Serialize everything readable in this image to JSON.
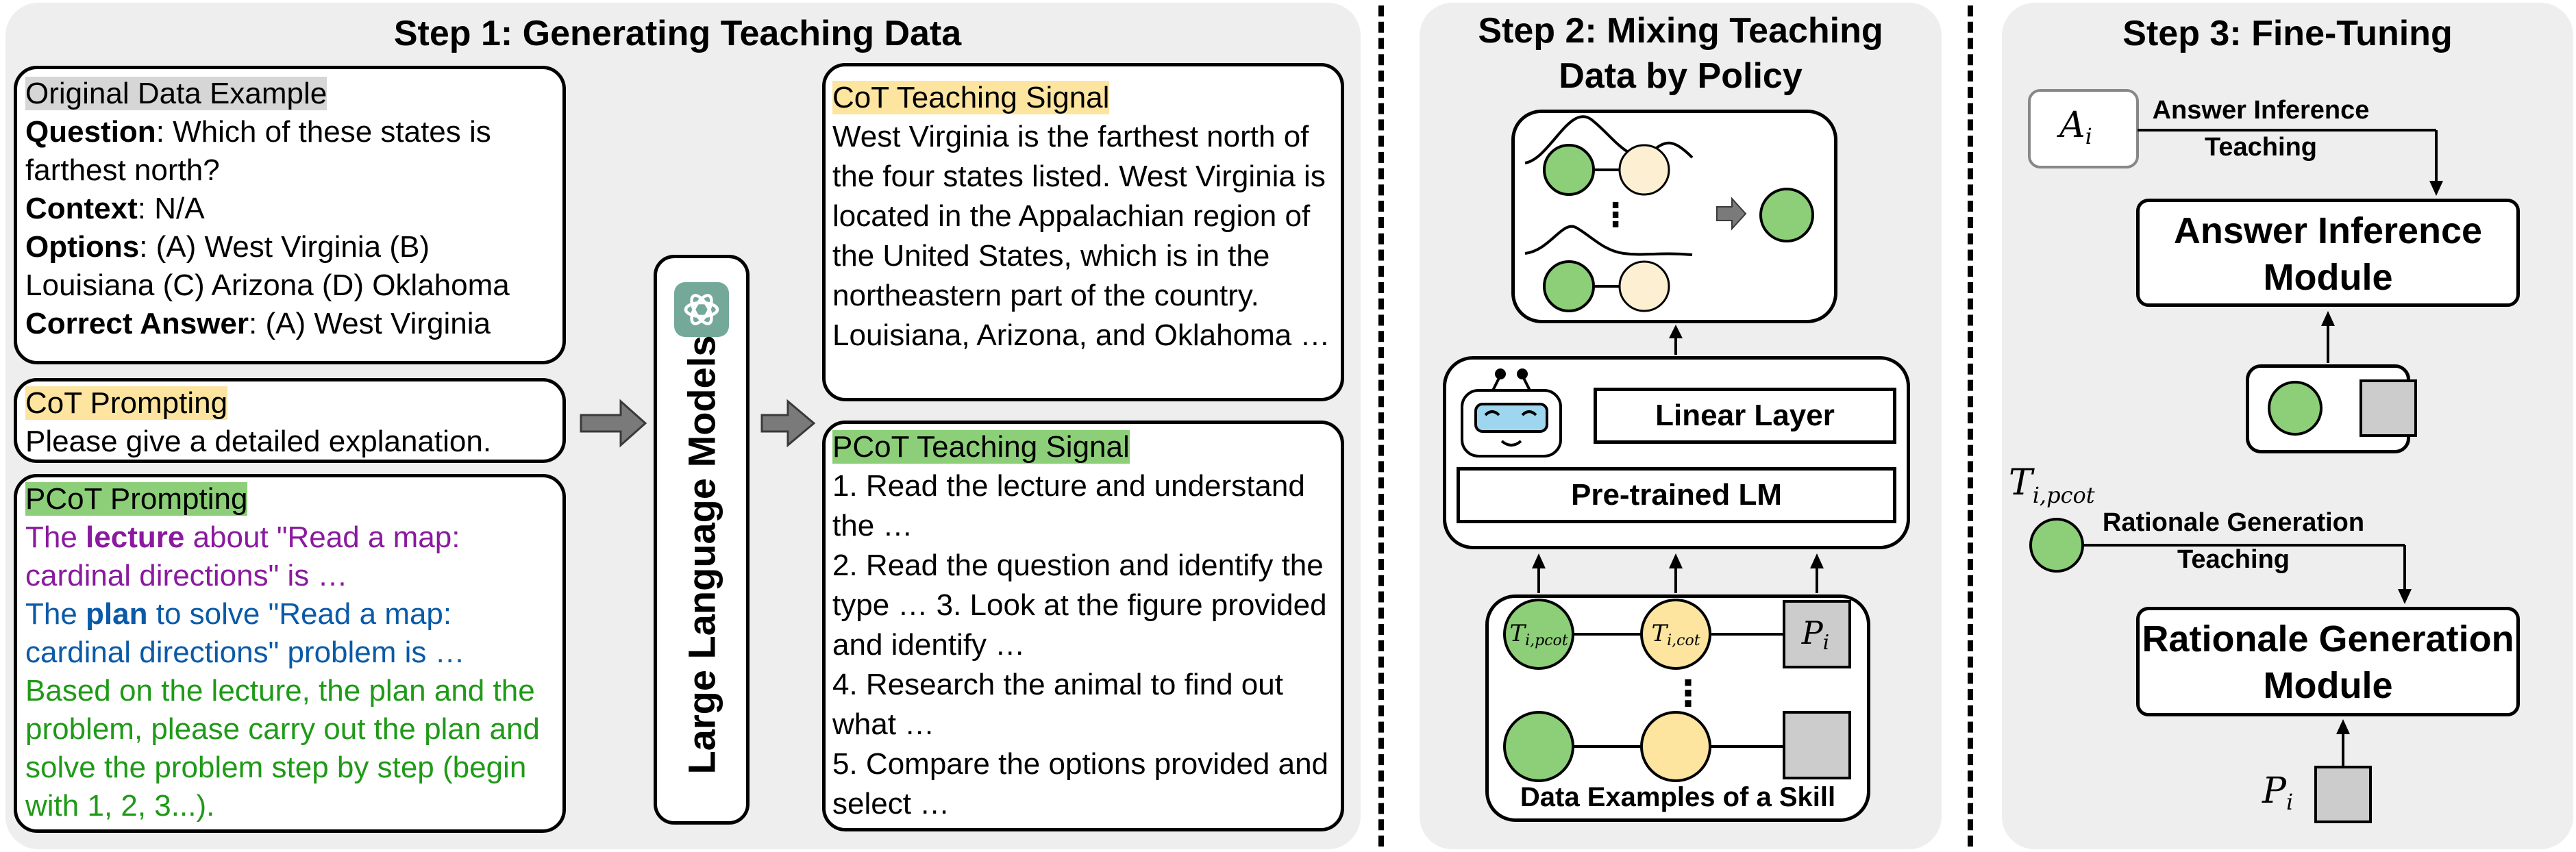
{
  "step1": {
    "title": "Step 1: Generating Teaching Data",
    "original": {
      "header": "Original Data Example",
      "question_label": "Question",
      "question": ": Which of these states is farthest north?",
      "context_label": "Context",
      "context": ": N/A",
      "options_label": "Options",
      "options": ": (A) West Virginia (B) Louisiana (C) Arizona (D) Oklahoma",
      "answer_label": "Correct Answer",
      "answer": ": (A) West Virginia"
    },
    "cot_prompting": {
      "header": "CoT Prompting",
      "text": "Please give a detailed explanation."
    },
    "pcot_prompting": {
      "header": "PCoT Prompting",
      "lecture_pre": "The ",
      "lecture_bold": "lecture",
      "lecture_post": " about \"Read a map: cardinal directions\" is …",
      "plan_pre": "The ",
      "plan_bold": "plan",
      "plan_post": " to solve \"Read a map: cardinal directions\" problem is …",
      "instruction": "Based on the lecture, the plan and the problem, please carry out the plan and solve the problem step by step (begin with 1, 2, 3...)."
    },
    "llm_label": "Large Language Models",
    "cot_signal": {
      "header": "CoT Teaching Signal",
      "text": "West Virginia is the farthest north of the four states listed. West Virginia is located in the Appalachian region of the United States, which is in the northeastern part of the country. Louisiana, Arizona, and Oklahoma …"
    },
    "pcot_signal": {
      "header": "PCoT Teaching Signal",
      "steps": [
        "1. Read the lecture and understand the …",
        "2. Read the question and identify the type … 3. Look at the figure provided and identify …",
        "4. Research the animal to find out what …",
        "5. Compare the options provided and select …"
      ]
    }
  },
  "step2": {
    "title_line1": "Step 2: Mixing Teaching",
    "title_line2": "Data by Policy",
    "linear_layer": "Linear Layer",
    "pretrained_lm": "Pre-trained LM",
    "data_examples": "Data Examples of a Skill",
    "ellipsis": "⋮"
  },
  "step3": {
    "title": "Step 3: Fine-Tuning",
    "answer_teaching_line1": "Answer Inference",
    "answer_teaching_line2": "Teaching",
    "answer_module_line1": "Answer Inference",
    "answer_module_line2": "Module",
    "rationale_teaching_line1": "Rationale Generation",
    "rationale_teaching_line2": "Teaching",
    "rationale_module_line1": "Rationale Generation",
    "rationale_module_line2": "Module"
  },
  "colors": {
    "panel": "#eeeeee",
    "green_node": "#8ccf78",
    "yellow_node": "#fde5a0",
    "gray_square": "#cccccc",
    "arrow_gray": "#7a7a7a"
  }
}
